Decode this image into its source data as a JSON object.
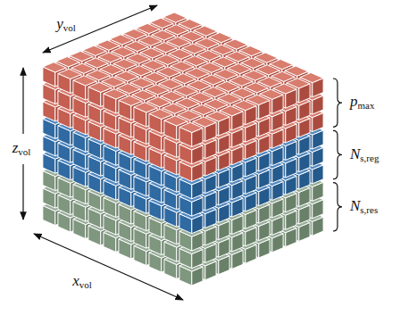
{
  "diagram": {
    "labels": [
      "yvol",
      "zvol",
      "xvol",
      "Ns,res",
      "Ns,reg",
      "pmax"
    ]
  }
}
